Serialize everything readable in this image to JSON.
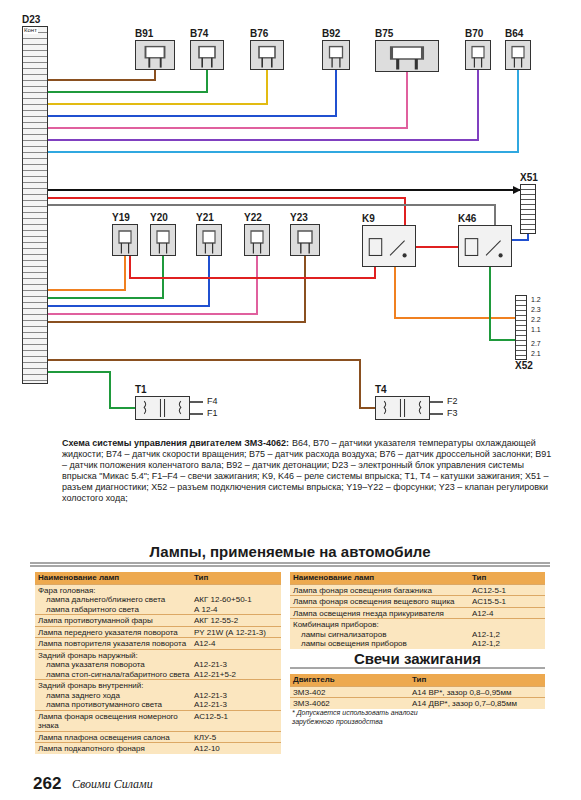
{
  "diagram": {
    "title": "Лампы, применяемые на автомобиле",
    "caption": "Схема системы управления двигателем ЗМЗ-4062:",
    "nodes": [
      {
        "text": [
          "D23"
        ]
      },
      {
        "text": [
          "B91"
        ]
      },
      {
        "text": [
          "B74"
        ]
      },
      {
        "text": [
          "B76"
        ]
      },
      {
        "text": [
          "B92"
        ]
      },
      {
        "text": [
          "B75"
        ]
      },
      {
        "text": [
          "B70"
        ]
      },
      {
        "text": [
          "B64"
        ]
      },
      {
        "text": [
          "Y19"
        ]
      },
      {
        "text": [
          "Y20"
        ]
      },
      {
        "text": [
          "Y21"
        ]
      },
      {
        "text": [
          "Y22"
        ]
      },
      {
        "text": [
          "Y23"
        ]
      },
      {
        "text": [
          "K9"
        ]
      },
      {
        "text": [
          "K46"
        ]
      },
      {
        "text": [
          "X51"
        ]
      },
      {
        "text": [
          "X52"
        ]
      },
      {
        "text": [
          "T1"
        ]
      },
      {
        "text": [
          "T4"
        ]
      }
    ],
    "edges": [
      {
        "from": 0,
        "to": 1,
        "arrow": "none"
      },
      {
        "from": 0,
        "to": 2,
        "arrow": "none"
      },
      {
        "from": 0,
        "to": 3,
        "arrow": "none"
      },
      {
        "from": 0,
        "to": 4,
        "arrow": "none"
      },
      {
        "from": 0,
        "to": 5,
        "arrow": "none"
      },
      {
        "from": 0,
        "to": 6,
        "arrow": "none"
      },
      {
        "from": 0,
        "to": 7,
        "arrow": "none"
      },
      {
        "from": 0,
        "to": 8,
        "arrow": "none"
      },
      {
        "from": 0,
        "to": 9,
        "arrow": "none"
      },
      {
        "from": 0,
        "to": 10,
        "arrow": "none"
      },
      {
        "from": 0,
        "to": 11,
        "arrow": "none"
      },
      {
        "from": 0,
        "to": 12,
        "arrow": "none"
      },
      {
        "from": 0,
        "to": 13,
        "arrow": "none"
      },
      {
        "from": 0,
        "to": 14,
        "arrow": "none"
      },
      {
        "from": 0,
        "to": 15,
        "arrow": "to"
      },
      {
        "from": 13,
        "to": 14,
        "arrow": "none"
      },
      {
        "from": 14,
        "to": 15,
        "arrow": "none"
      },
      {
        "from": 13,
        "to": 16,
        "arrow": "none"
      },
      {
        "from": 14,
        "to": 16,
        "arrow": "none"
      },
      {
        "from": 0,
        "to": 17,
        "arrow": "none"
      },
      {
        "from": 0,
        "to": 18,
        "arrow": "none"
      },
      {
        "from": 13,
        "to": 8,
        "arrow": "none"
      }
    ],
    "labels": [
      "F4",
      "F1",
      "F2",
      "F3",
      "1.2",
      "2.3",
      "2.2",
      "1.1",
      "2.7",
      "2.1",
      "B64, B70 – датчики указателя температуры охлаждающей жидкости; B74 – датчик скорости вращения; B75 – датчик расхода воздуха; B76 – датчик дроссельной заслонки; B91 – датчик положения коленчатого вала; B92 – датчик детонации; D23 – электронный блок управления системы впрыска \"Микас 5.4\"; F1–F4 – свечи зажигания; K9, K46 – реле системы впрыска; T1, T4 – катушки зажигания; X51 – разъем диагностики; X52 – разъем подключения системы впрыска; Y19–Y22 – форсунки; Y23 – клапан регулировки холостого хода;",
      "Наименование ламп",
      "Тип",
      "Фара головная:",
      "лампа дальнего/ближнего света",
      "АКГ 12-60+50-1",
      "лампа габаритного света",
      "А 12-4",
      "Лампа противотуманной фары",
      "АКГ 12-55-2",
      "Лампа переднего указателя поворота",
      "PY 21W (А 12-21-3)",
      "Лампа повторителя указателя поворота",
      "А12-4",
      "Задний фонарь наружный:",
      "лампа указателя поворота",
      "А12-21-3",
      "лампа стоп-сигнала/габаритного света",
      "А12-21+5-2",
      "Задний фонарь внутренний:",
      "лампа заднего хода",
      "А12-21-3",
      "лампа противотуманного света",
      "А12-21-3",
      "Лампа фонаря освещения номерного знака",
      "АС12-5-1",
      "Лампа плафона освещения салона",
      "КЛУ-5",
      "Лампа подкапотного фонаря",
      "А12-10",
      "Наименование ламп",
      "Тип",
      "Лампа фонаря освещения багажника",
      "АС12-5-1",
      "Лампа фонаря освещения вещевого ящика",
      "АС15-5-1",
      "Лампа освещения гнезда прикуривателя",
      "А12-4",
      "Комбинация приборов:",
      "лампы сигнализаторов",
      "А12-1,2",
      "лампы освещения приборов",
      "А12-1,2",
      "Свечи зажигания",
      "Двигатель",
      "Тип",
      "ЗМЗ-402",
      "А14 ВР*, зазор 0,8–0,95мм",
      "ЗМЗ-4062",
      "А14 ДВР*, зазор 0,7–0,85мм",
      "* Допускается использовать аналоги зарубежного производства",
      "262",
      "Своими Силами",
      "Конт"
    ]
  }
}
